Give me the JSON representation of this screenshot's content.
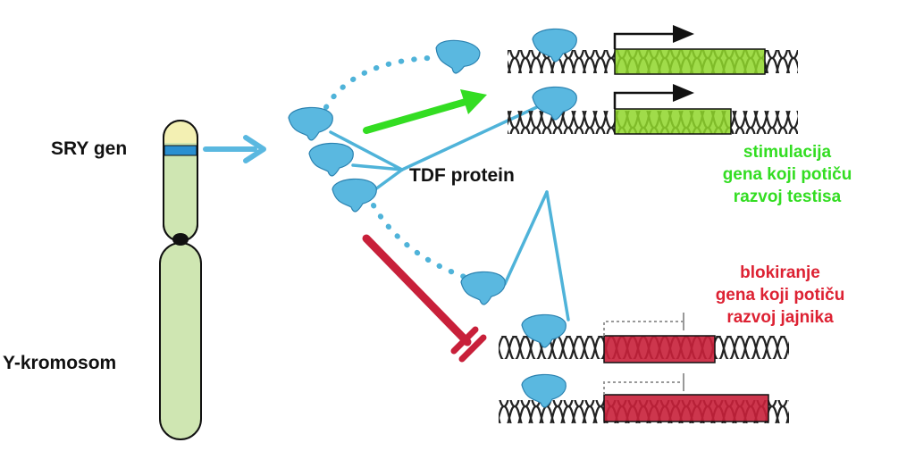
{
  "labels": {
    "sry_gene": "SRY gen",
    "y_chromosome": "Y-kromosom",
    "tdf_protein": "TDF protein"
  },
  "stimulation": {
    "lines": [
      "stimulacija",
      "gena koji potiču",
      "razvoj testisa"
    ],
    "color": "#33dd22"
  },
  "blocking": {
    "lines": [
      "blokiranje",
      "gena koji potiču",
      "razvoj jajnika"
    ],
    "color": "#dd2233"
  },
  "colors": {
    "protein": "#5ab8e0",
    "connector": "#4fb3d9",
    "chromosome": "#cfe6b2",
    "sry_band": "#2a8fd0",
    "active_gene": "#8fd62a",
    "blocked_gene": "#c8203a",
    "dna": "#222222"
  }
}
